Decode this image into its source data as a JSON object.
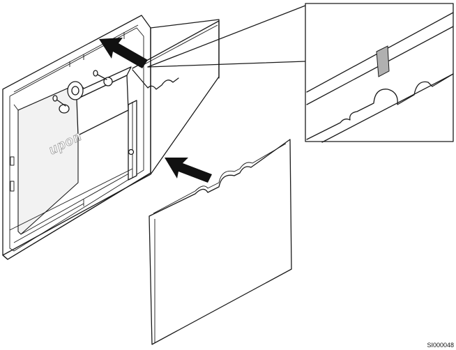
{
  "figure": {
    "brand_label": "upon",
    "figure_code": "SI000048"
  },
  "colors": {
    "line": "#1a1a1a",
    "arrow": "#111111",
    "tape": "#b0b0b0",
    "background": "#ffffff"
  },
  "icons": {
    "insert_arrow": "arrow-icon",
    "detail_callout": "zoom-callout"
  }
}
